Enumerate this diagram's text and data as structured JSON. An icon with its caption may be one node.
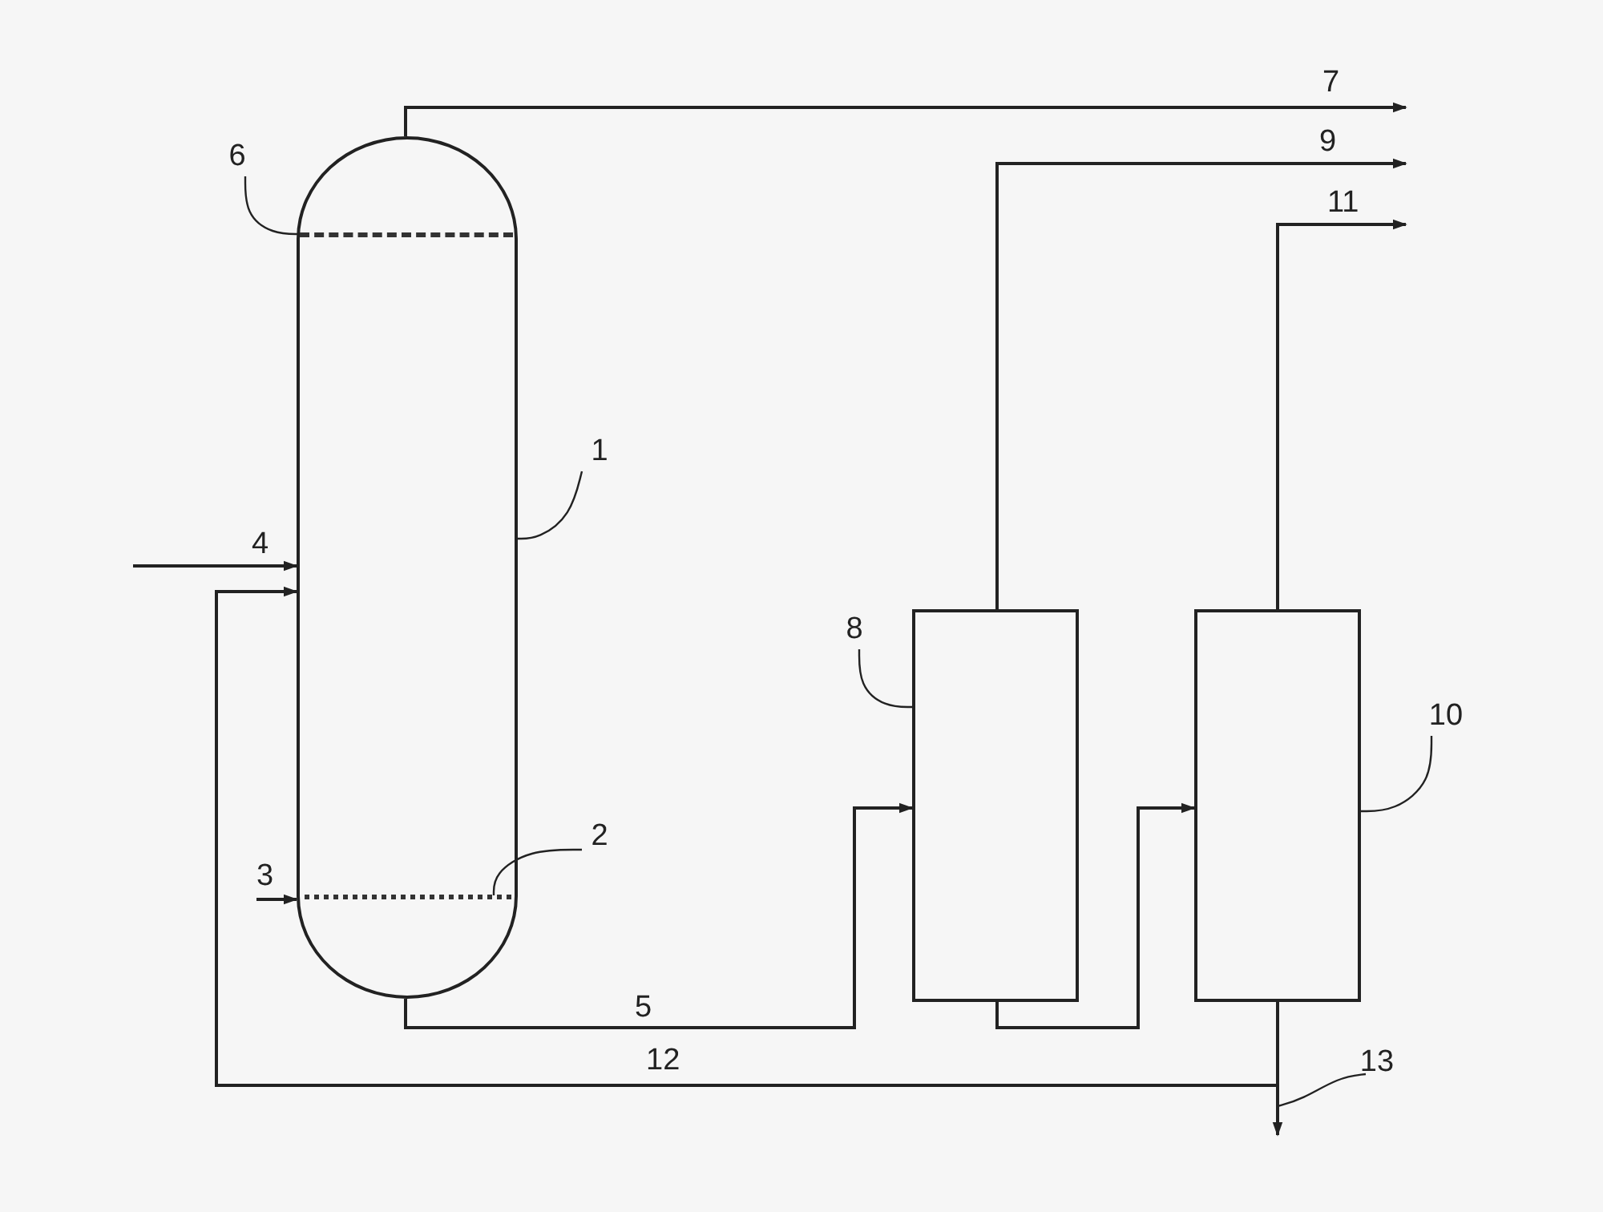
{
  "diagram": {
    "nodes": [
      {
        "text": [],
        "shape": "cylinder"
      },
      {
        "text": [
          "1"
        ]
      },
      {
        "text": [],
        "shape": "bar",
        "in": 0
      },
      {
        "text": [
          "6"
        ]
      },
      {
        "text": [],
        "shape": "bar",
        "in": 0
      },
      {
        "text": [
          "2"
        ]
      },
      {
        "text": [],
        "shape": "box"
      },
      {
        "text": [
          "8"
        ]
      },
      {
        "text": [],
        "shape": "box"
      },
      {
        "text": [
          "10"
        ]
      },
      {
        "text": [
          "13"
        ]
      }
    ],
    "edges": [
      {
        "from": null,
        "to": 0,
        "arrow": "to",
        "label": "4"
      },
      {
        "from": null,
        "to": 0,
        "arrow": "to",
        "label": "3"
      },
      {
        "from": 0,
        "to": null,
        "arrow": "to",
        "label": "7"
      },
      {
        "from": 0,
        "to": 6,
        "arrow": "to",
        "label": "5"
      },
      {
        "from": 6,
        "to": null,
        "arrow": "to",
        "label": "9"
      },
      {
        "from": 8,
        "to": null,
        "arrow": "to",
        "label": "11"
      },
      {
        "from": 6,
        "to": 8,
        "arrow": "to"
      },
      {
        "from": 8,
        "to": 0,
        "arrow": "to",
        "label": "12"
      },
      {
        "from": 8,
        "to": null,
        "arrow": "to"
      },
      {
        "from": 1,
        "to": 0,
        "arrow": "none"
      },
      {
        "from": 3,
        "to": 2,
        "arrow": "none"
      },
      {
        "from": 5,
        "to": 4,
        "arrow": "none"
      },
      {
        "from": 7,
        "to": 6,
        "arrow": "none"
      },
      {
        "from": 9,
        "to": 8,
        "arrow": "none"
      },
      {
        "from": 10,
        "to": null,
        "arrow": "none"
      }
    ]
  }
}
